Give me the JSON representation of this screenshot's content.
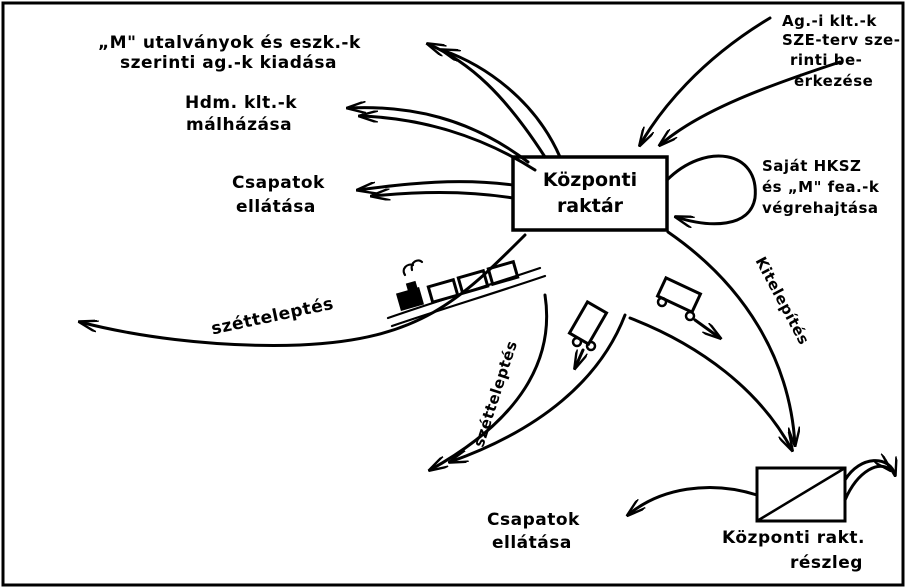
{
  "center": {
    "line1": "Központi",
    "line2": "raktár"
  },
  "labels": {
    "m_utalvanyok_1": "„M\" utalványok és eszk.-k",
    "m_utalvanyok_2": "szerinti ag.-k kiadása",
    "hdm_1": "Hdm. klt.-k",
    "hdm_2": "málházása",
    "csapatok_top_1": "Csapatok",
    "csapatok_top_2": "ellátása",
    "ag_klt_1": "Ag.-i klt.-k",
    "ag_klt_2": "SZE-terv sze-",
    "ag_klt_3": "rinti be-",
    "ag_klt_4": "érkezése",
    "sajat_1": "Saját HKSZ",
    "sajat_2": "és „M\" fea.-k",
    "sajat_3": "végrehajtása",
    "szettelepites_left": "szétteleptés",
    "szettelepites_mid": "szétteleptés",
    "kitelepites": "Kitelepítés",
    "csapatok_bottom_1": "Csapatok",
    "csapatok_bottom_2": "ellátása",
    "kozponti_reszleg_1": "Központi rakt.",
    "kozponti_reszleg_2": "részleg"
  }
}
